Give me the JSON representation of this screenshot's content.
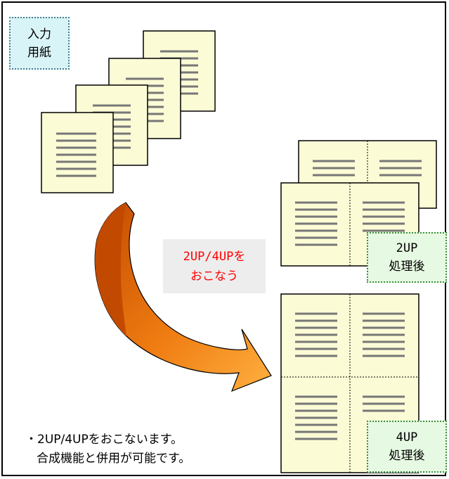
{
  "input_label": {
    "line1": "入力",
    "line2": "用紙"
  },
  "action_label": {
    "line1": "2UP/4UPを",
    "line2": "おこなう"
  },
  "output_2up_label": {
    "line1": "2UP",
    "line2": "処理後"
  },
  "output_4up_label": {
    "line1": "4UP",
    "line2": "処理後"
  },
  "note": {
    "line1": "・2UP/4UPをおこないます。",
    "line2": "合成機能と併用が可能です。"
  },
  "colors": {
    "paper": "#fbfbd6",
    "text_lines": "#7a7a7a",
    "arrow_light": "#ff9a1f",
    "arrow_dark": "#c24a00",
    "action_text": "#ff0000"
  }
}
